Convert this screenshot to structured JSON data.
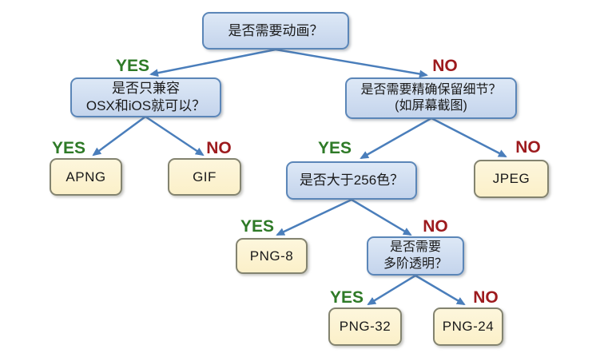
{
  "labels": {
    "yes": "YES",
    "no": "NO"
  },
  "nodes": {
    "q_animation": {
      "lines": [
        "是否需要动画？"
      ]
    },
    "q_compat": {
      "lines": [
        "是否只兼容",
        "OSX和iOS就可以？"
      ]
    },
    "q_detail": {
      "lines": [
        "是否需要精确保留细节？",
        "(如屏幕截图)"
      ]
    },
    "q_colors": {
      "lines": [
        "是否大于256色？"
      ]
    },
    "q_alpha": {
      "lines": [
        "是否需要",
        "多阶透明？"
      ]
    },
    "r_apng": {
      "label": "APNG"
    },
    "r_gif": {
      "label": "GIF"
    },
    "r_jpeg": {
      "label": "JPEG"
    },
    "r_png8": {
      "label": "PNG-8"
    },
    "r_png32": {
      "label": "PNG-32"
    },
    "r_png24": {
      "label": "PNG-24"
    }
  },
  "colors": {
    "question_fill_top": "#dde8f6",
    "question_fill_bottom": "#c4d4ec",
    "question_border": "#5b86b8",
    "result_fill_top": "#fdf6dc",
    "result_fill_bottom": "#fbf0c9",
    "result_border": "#83836f",
    "yes_text": "#2e7a27",
    "no_text": "#9d1b1e",
    "arrow": "#4a7ebb",
    "box_text": "#1a1a1a",
    "background": "#ffffff"
  }
}
